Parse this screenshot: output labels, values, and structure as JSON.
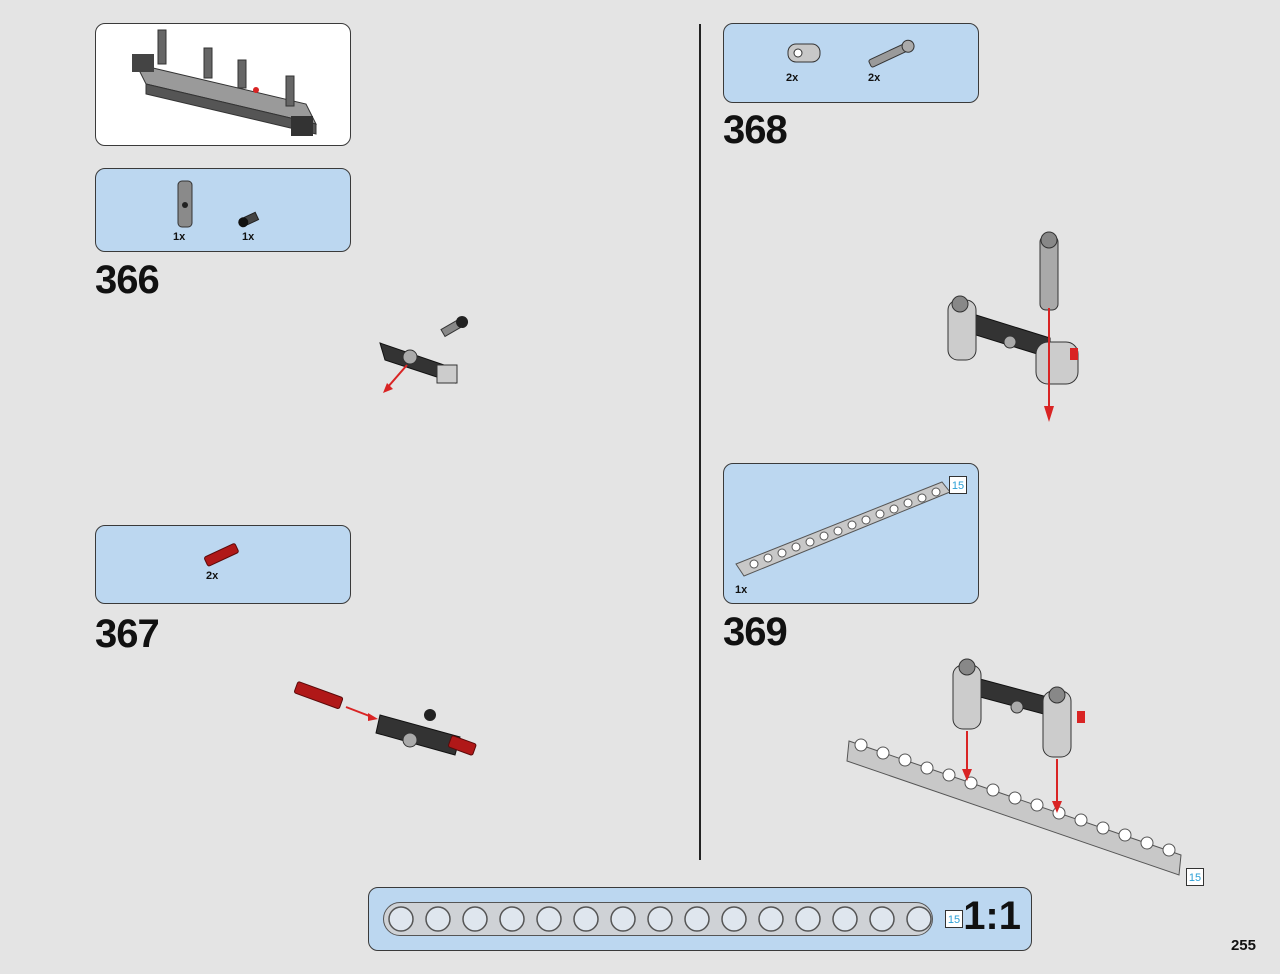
{
  "steps": [
    {
      "number": "366",
      "parts": [
        {
          "qty": "1x"
        },
        {
          "qty": "1x"
        }
      ]
    },
    {
      "number": "367",
      "parts": [
        {
          "qty": "2x"
        }
      ]
    },
    {
      "number": "368",
      "parts": [
        {
          "qty": "2x"
        },
        {
          "qty": "2x"
        }
      ]
    },
    {
      "number": "369",
      "parts": [
        {
          "qty": "1x"
        }
      ],
      "beam_length": "15"
    }
  ],
  "model_callout_length": "15",
  "scale_ruler": {
    "length_badge": "15",
    "label": "1:1",
    "holes": 15
  },
  "page_number": "255",
  "colors": {
    "callout_blue": "#bcd7f0",
    "arrow_red": "#d92424",
    "badge_text": "#2a9fd6"
  }
}
